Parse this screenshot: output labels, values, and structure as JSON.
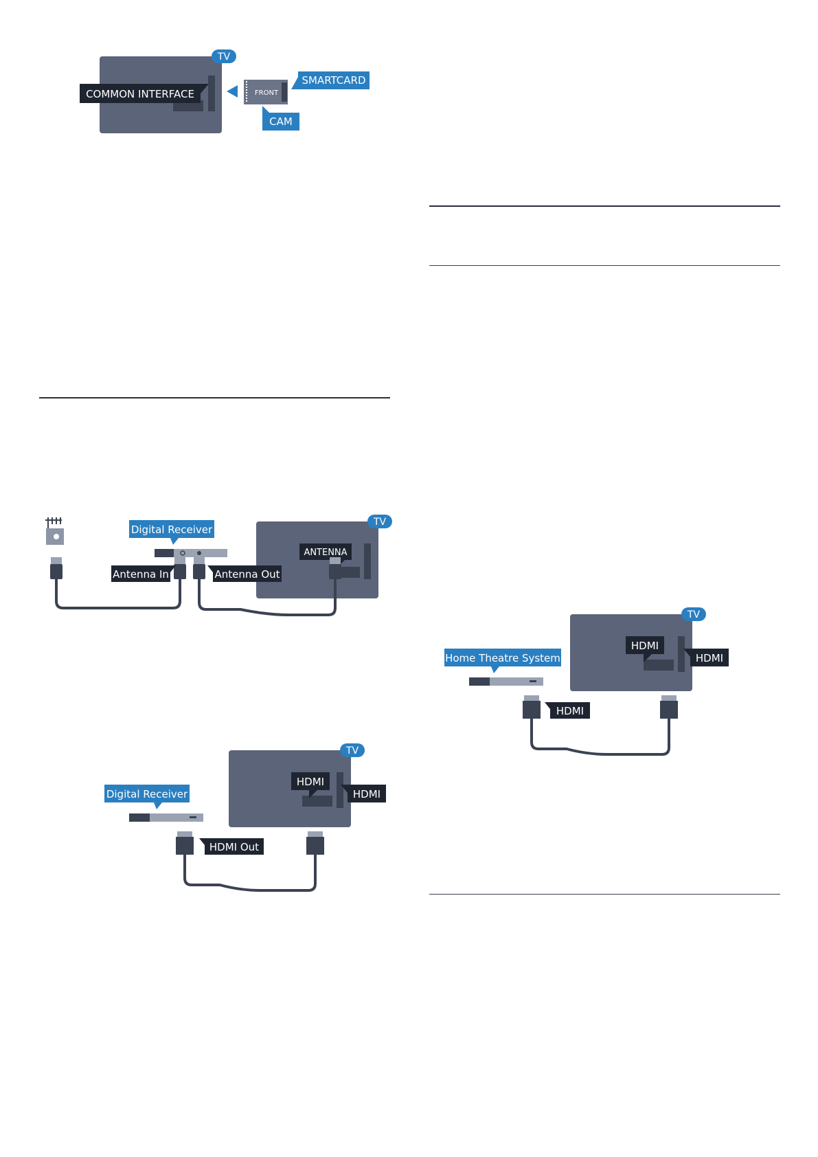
{
  "colors": {
    "tv_body": "#5b6478",
    "tv_outline": "#4a5366",
    "slot": "#3b4252",
    "dark_label": "#1f2530",
    "blue_label": "#2a7fc1",
    "cable": "#3b4252",
    "device": "#9aa3b2"
  },
  "ci_diagram": {
    "tv_badge": "TV",
    "common_interface": "COMMON INTERFACE",
    "front_text": "FRONT",
    "smartcard": "SMARTCARD",
    "cam": "CAM",
    "arrow_icon": "triangle-left-icon"
  },
  "antenna_diagram": {
    "tv_badge": "TV",
    "antenna_label": "ANTENNA",
    "receiver_label": "Digital Receiver",
    "antenna_in": "Antenna In",
    "antenna_out": "Antenna Out",
    "wall_icon": "antenna-wall-socket-icon"
  },
  "hdmi_receiver_diagram": {
    "tv_badge": "TV",
    "hdmi_port_label": "HDMI",
    "hdmi_side_label": "HDMI",
    "receiver_label": "Digital Receiver",
    "hdmi_out": "HDMI Out"
  },
  "hts_diagram": {
    "tv_badge": "TV",
    "hdmi_port_label": "HDMI",
    "hdmi_side_label": "HDMI",
    "hts_label": "Home Theatre System",
    "hdmi_cable_label": "HDMI"
  }
}
